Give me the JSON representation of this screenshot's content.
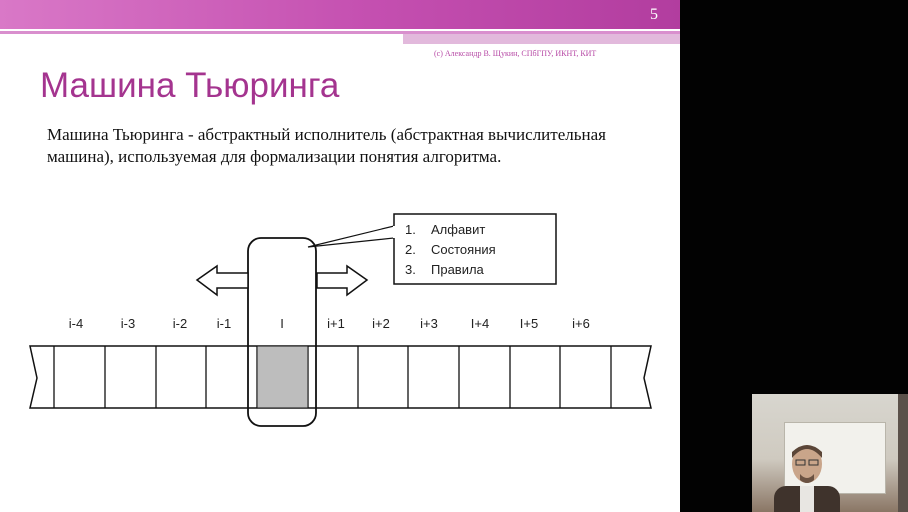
{
  "slide": {
    "page_number": "5",
    "credit": "(c) Александр В. Щукин, СПбГПУ, ИКНТ, КИТ",
    "title": "Машина Тьюринга",
    "definition": "Машина Тьюринга - абстрактный исполнитель (абстрактная вычислительная машина), используемая для формализации понятия алгоритма.",
    "callout_items": [
      "1.",
      "Алфавит",
      "2.",
      "Состояния",
      "3.",
      "Правила"
    ],
    "cell_labels": [
      "i-4",
      "i-3",
      "i-2",
      "i-1",
      "I",
      "i+1",
      "i+2",
      "i+3",
      "I+4",
      "I+5",
      "i+6"
    ]
  },
  "colors": {
    "header": "#c44fb0",
    "title": "#a4348f",
    "current_cell": "#bdbdbd",
    "background": "#000000"
  },
  "icons": {
    "left_arrow": "left-arrow-icon",
    "right_arrow": "right-arrow-icon"
  }
}
